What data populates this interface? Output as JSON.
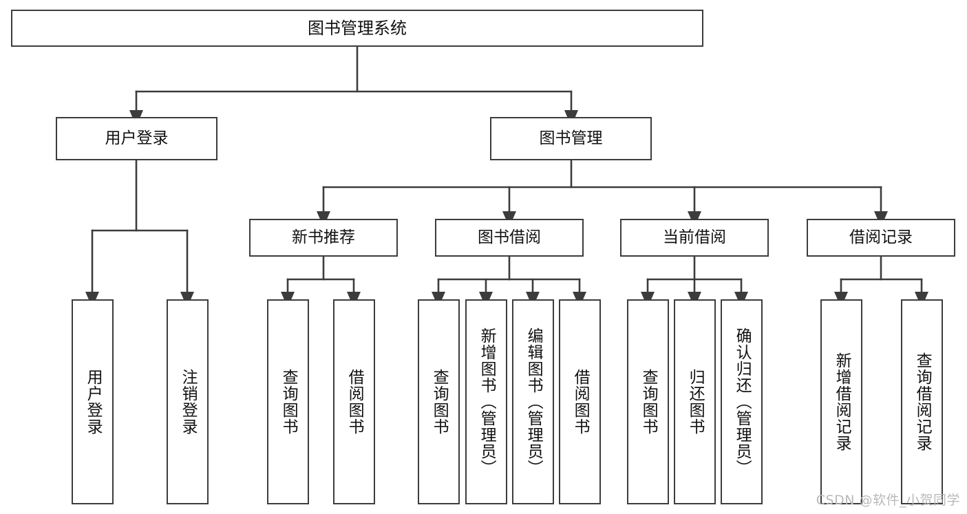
{
  "diagram": {
    "type": "tree",
    "title": "图书管理系统",
    "root": {
      "id": "root",
      "label": "图书管理系统"
    },
    "level2": [
      {
        "id": "user-login",
        "label": "用户登录"
      },
      {
        "id": "book-manage",
        "label": "图书管理"
      }
    ],
    "level3": [
      {
        "id": "new-book-recommend",
        "label": "新书推荐",
        "parent": "book-manage"
      },
      {
        "id": "book-borrow",
        "label": "图书借阅",
        "parent": "book-manage"
      },
      {
        "id": "current-borrow",
        "label": "当前借阅",
        "parent": "book-manage"
      },
      {
        "id": "borrow-record",
        "label": "借阅记录",
        "parent": "book-manage"
      }
    ],
    "leaves": {
      "user-login": [
        {
          "id": "leaf-user-login",
          "label": "用户登录"
        },
        {
          "id": "leaf-user-logout",
          "label": "注销登录"
        }
      ],
      "new-book-recommend": [
        {
          "id": "leaf-query-book-1",
          "label": "查询图书"
        },
        {
          "id": "leaf-borrow-book-1",
          "label": "借阅图书"
        }
      ],
      "book-borrow": [
        {
          "id": "leaf-query-book-2",
          "label": "查询图书"
        },
        {
          "id": "leaf-add-book",
          "label": "新增图书（管理员）"
        },
        {
          "id": "leaf-edit-book",
          "label": "编辑图书（管理员）"
        },
        {
          "id": "leaf-borrow-book-2",
          "label": "借阅图书"
        }
      ],
      "current-borrow": [
        {
          "id": "leaf-query-book-3",
          "label": "查询图书"
        },
        {
          "id": "leaf-return-book",
          "label": "归还图书"
        },
        {
          "id": "leaf-confirm-return",
          "label": "确认归还（管理员）"
        }
      ],
      "borrow-record": [
        {
          "id": "leaf-add-record",
          "label": "新增借阅记录"
        },
        {
          "id": "leaf-query-record",
          "label": "查询借阅记录"
        }
      ]
    },
    "colors": {
      "border": "#3c3c3c",
      "fill": "#ffffff",
      "text": "#111111",
      "connector": "#3c3c3c",
      "watermark": "#b9b9b9"
    }
  },
  "watermark": {
    "text": "CSDN @软件_小贺同学"
  }
}
